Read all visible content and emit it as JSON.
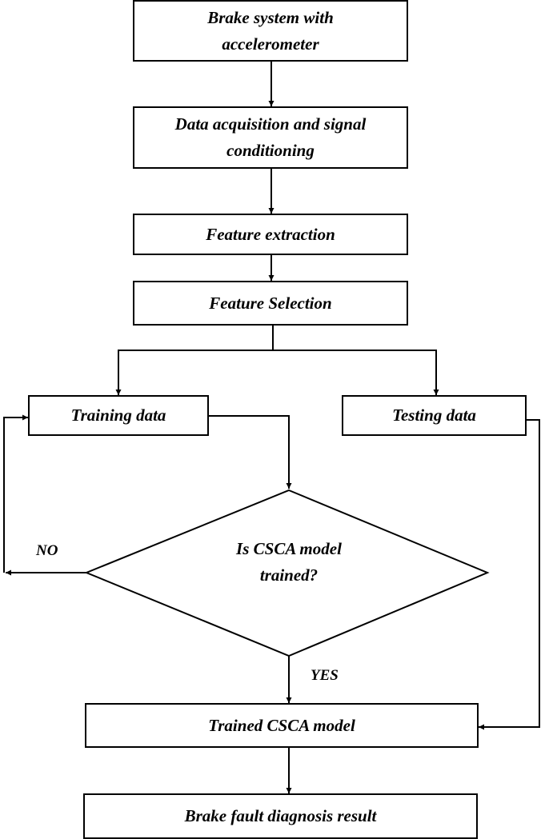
{
  "nodes": {
    "brake_system": "Brake system with accelerometer",
    "data_acquisition": "Data acquisition and signal conditioning",
    "feature_extraction": "Feature extraction",
    "feature_selection": "Feature Selection",
    "training_data": "Training data",
    "testing_data": "Testing data",
    "decision": "Is CSCA model trained?",
    "trained_model": "Trained CSCA model",
    "result": "Brake fault diagnosis result"
  },
  "edge_labels": {
    "no": "NO",
    "yes": "YES"
  }
}
